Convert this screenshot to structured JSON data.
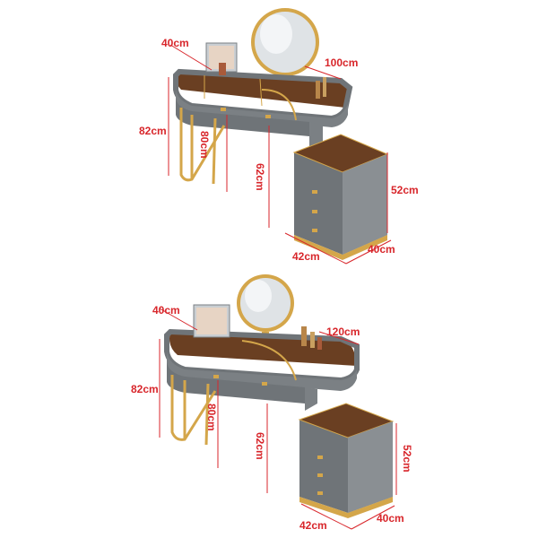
{
  "colors": {
    "dimension_line": "#d8262b",
    "body_grey": "#6f7478",
    "body_grey_light": "#8a8f93",
    "gold": "#d4a64a",
    "glass": "#6a3f22"
  },
  "top_product": {
    "depth_label": "40cm",
    "width_label": "100cm",
    "total_height_label": "82cm",
    "leg_height_label": "80cm",
    "clearance_label": "62cm",
    "cabinet_height_label": "52cm",
    "cabinet_width_label": "42cm",
    "cabinet_depth_label": "40cm"
  },
  "bottom_product": {
    "depth_label": "40cm",
    "width_label": "120cm",
    "total_height_label": "82cm",
    "leg_height_label": "80cm",
    "clearance_label": "62cm",
    "cabinet_height_label": "52cm",
    "cabinet_width_label": "42cm",
    "cabinet_depth_label": "40cm"
  }
}
